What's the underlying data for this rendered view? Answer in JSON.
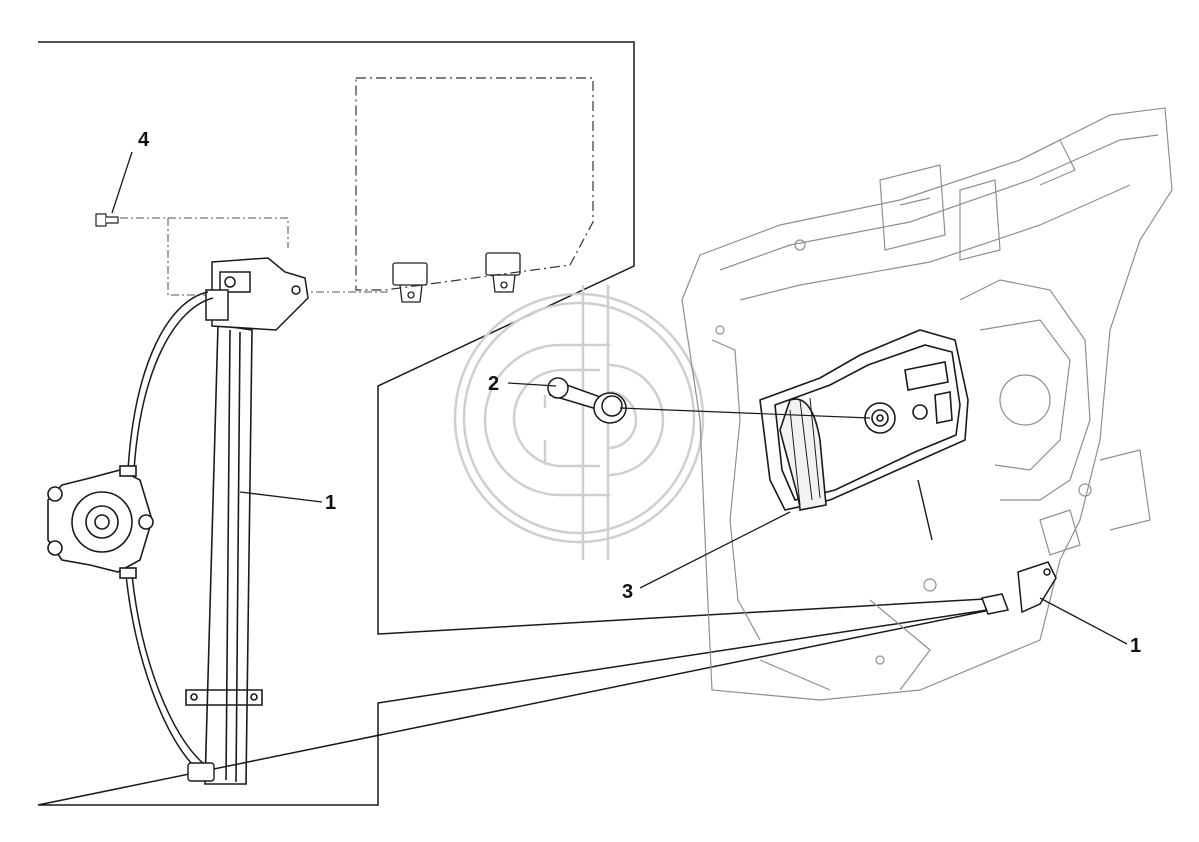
{
  "callouts": {
    "c1_left": "1",
    "c1_right": "1",
    "c2": "2",
    "c3": "3",
    "c4": "4"
  },
  "colors": {
    "line": "#1a1a1a",
    "light_line": "#9a9a9a",
    "watermark": "#d0d0d0",
    "background": "#ffffff"
  }
}
